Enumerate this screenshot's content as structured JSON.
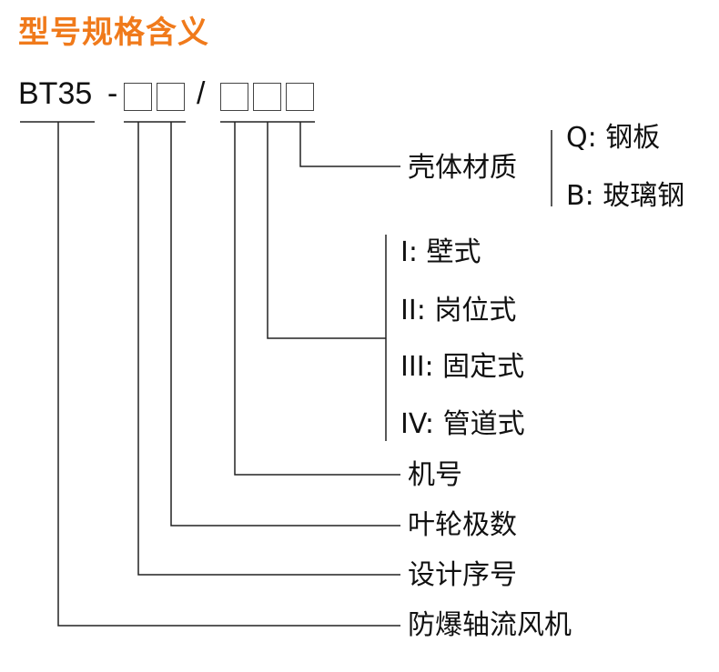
{
  "title": "型号规格含义",
  "code": {
    "prefix": "BT35",
    "dash": "-",
    "slash": "/"
  },
  "material": {
    "label": "壳体材质",
    "options": [
      "Q: 钢板",
      "B: 玻璃钢"
    ]
  },
  "install_type": {
    "options": [
      "I: 壁式",
      "II: 岗位式",
      "III: 固定式",
      "IV: 管道式"
    ]
  },
  "labels": {
    "machine_no": "机号",
    "blade_stages": "叶轮极数",
    "design_seq": "设计序号",
    "fan_type": "防爆轴流风机"
  }
}
